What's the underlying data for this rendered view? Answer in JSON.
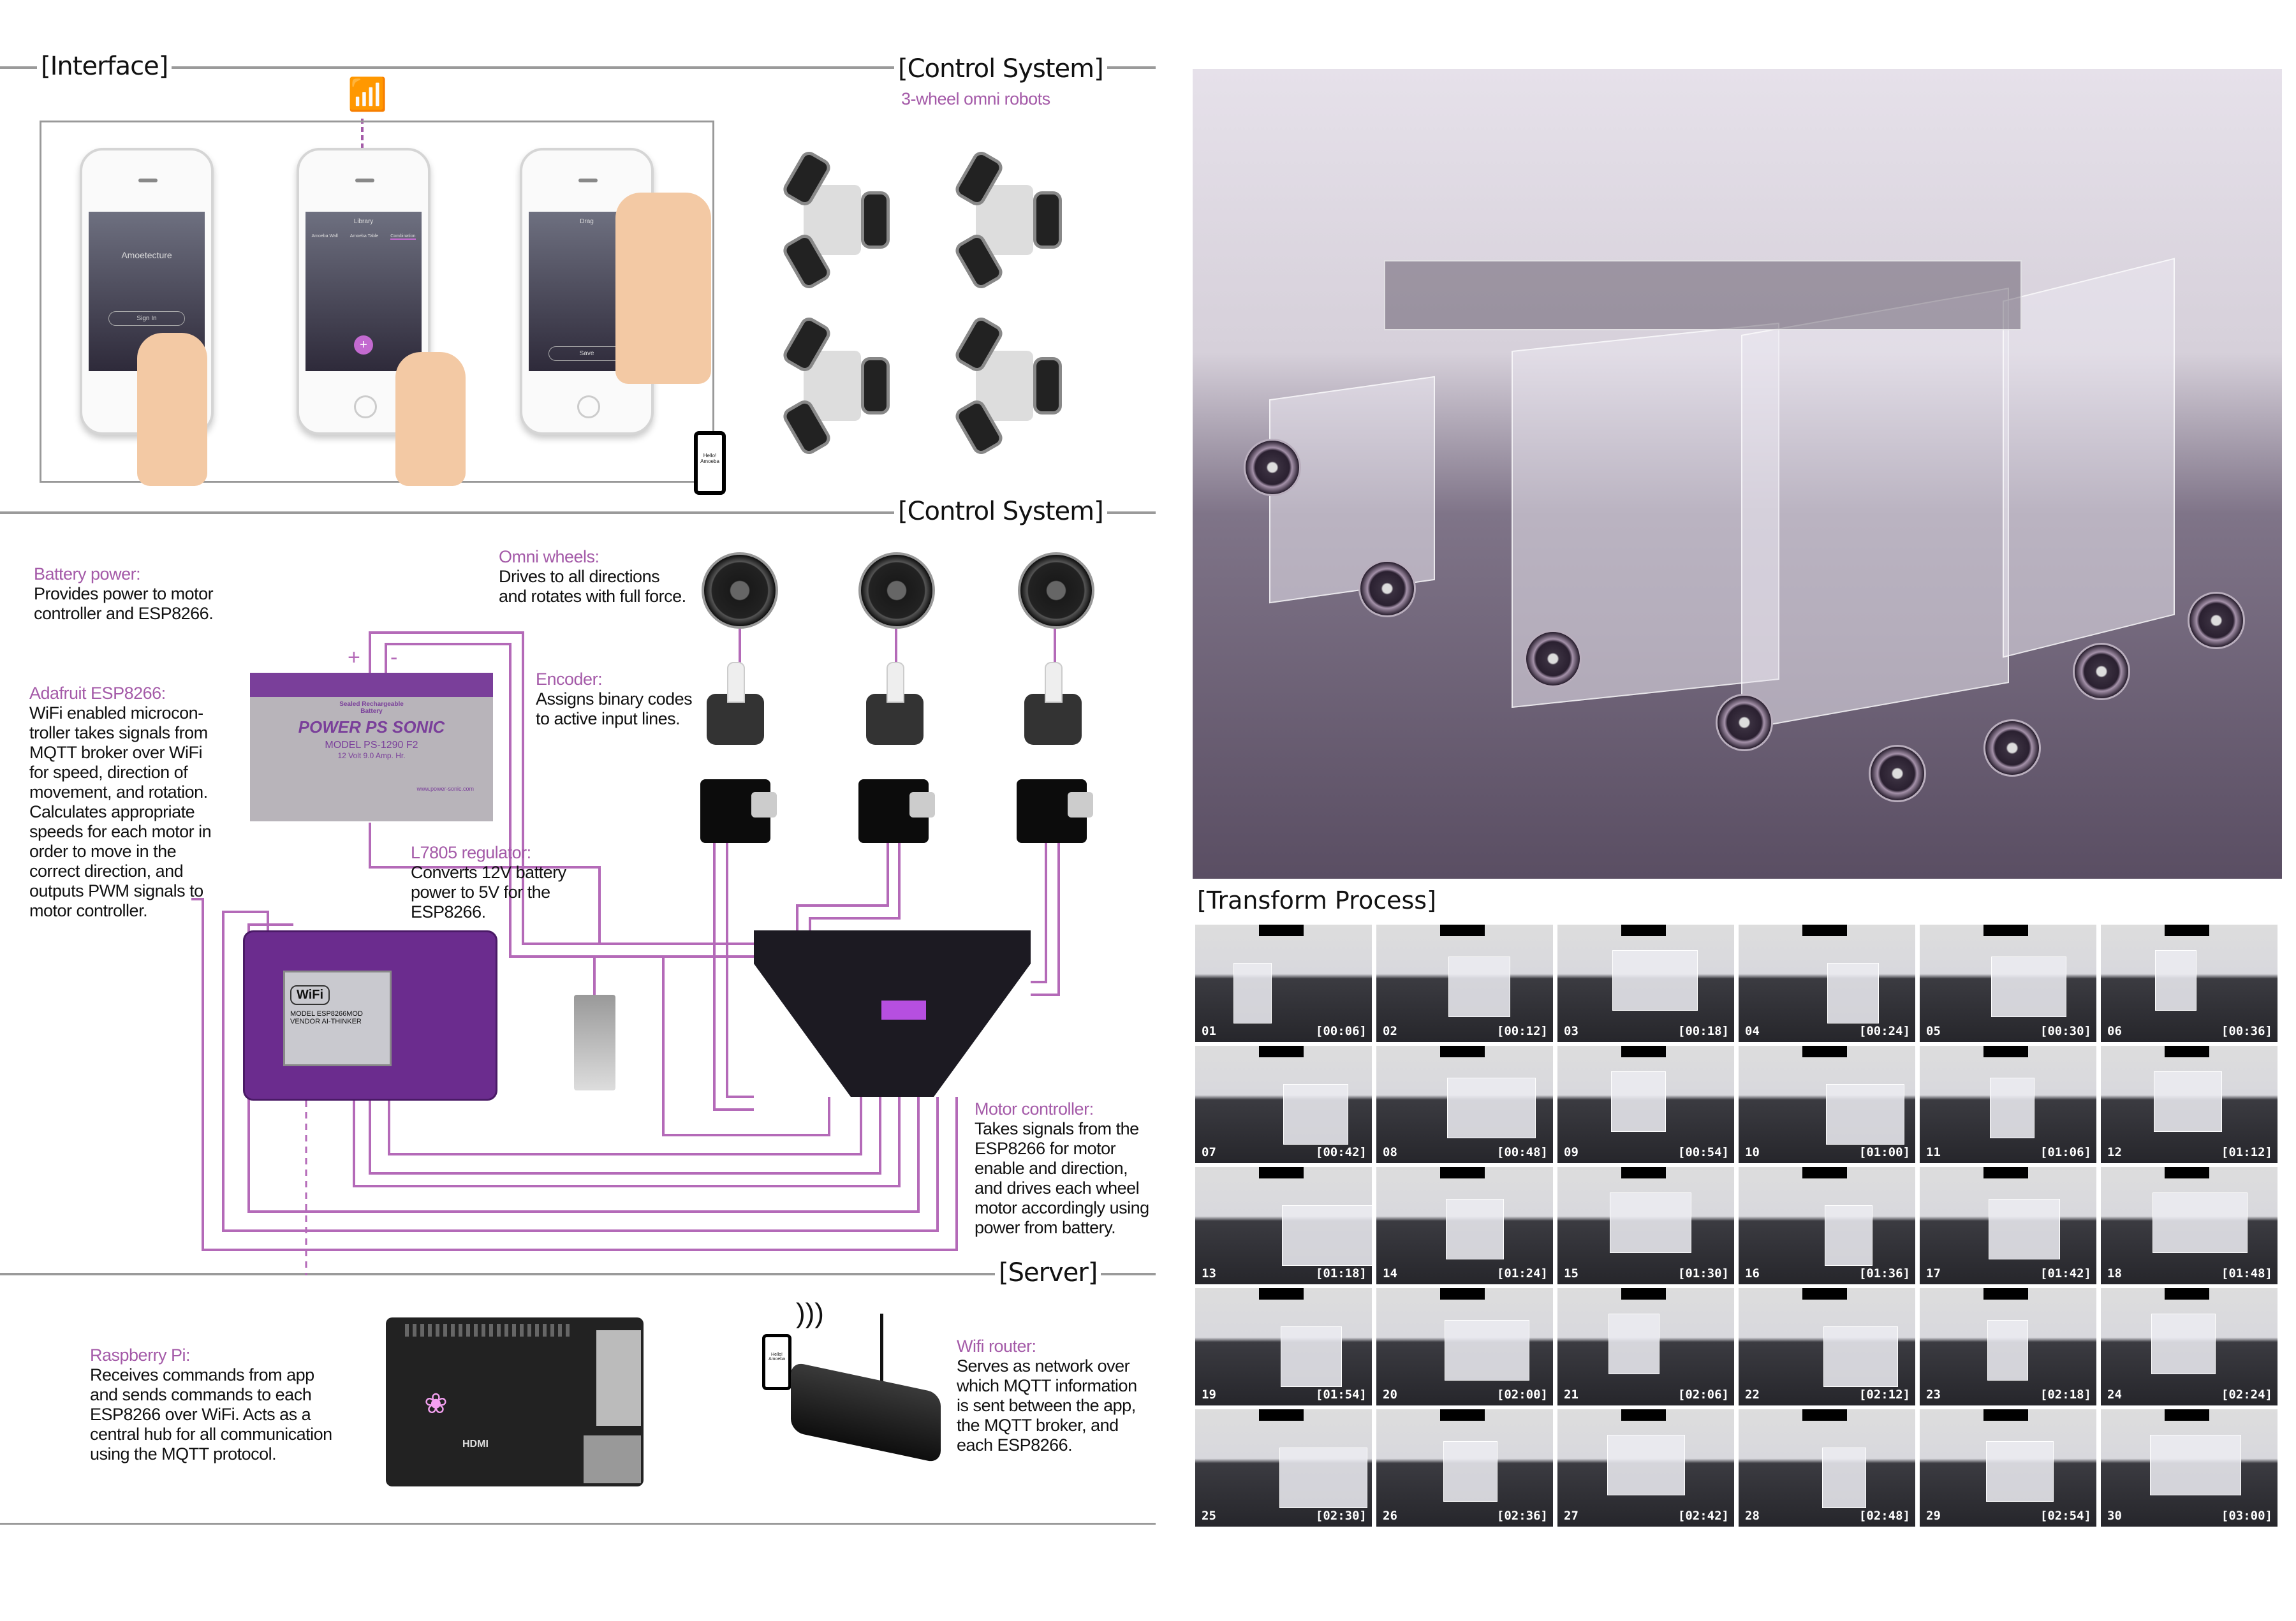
{
  "interface": {
    "title": "[Interface]",
    "phones": [
      {
        "screen_title": "Amoetecture",
        "button": "Sign In"
      },
      {
        "screen_title": "Library",
        "tabs": [
          "Amoeba Wall",
          "Amoeba Table",
          "Combination"
        ],
        "fab": "+"
      },
      {
        "screen_title": "Drag",
        "button": "Save"
      }
    ],
    "mini_phone_text": "Hello! Amoeba",
    "wifi_icon": "wifi-icon"
  },
  "control_top": {
    "title": "[Control System]",
    "subtitle": "3-wheel omni robots"
  },
  "control": {
    "title": "[Control System]",
    "battery": {
      "label": "Battery power:",
      "text": "Provides power to motor\ncontroller and ESP8266.",
      "plus": "+",
      "minus": "-",
      "sticker": {
        "top": "Sealed Rechargeable\nBattery",
        "brand": "POWER PS SONIC",
        "model": "MODEL  PS-1290 F2",
        "rating": "12 Volt  9.0 Amp. Hr.",
        "url": "www.power-sonic.com"
      }
    },
    "esp": {
      "label": "Adafruit ESP8266:",
      "text": "WiFi enabled microcon-\ntroller takes signals from\nMQTT broker over WiFi\nfor speed, direction of\nmovement, and rotation.\nCalculates appropriate\nspeeds for each motor in\norder to move in the\ncorrect direction, and\noutputs PWM signals to\nmotor controller.",
      "board_badge": "WiFi",
      "board_model": "MODEL ESP8266MOD\nVENDOR AI-THINKER"
    },
    "omni": {
      "label": "Omni wheels:",
      "text": "Drives to all directions\nand rotates with full force."
    },
    "encoder": {
      "label": "Encoder:",
      "text": "Assigns binary codes\nto active input lines."
    },
    "regulator": {
      "label": "L7805 regulator:",
      "text": "Converts 12V battery\npower to 5V for the\nESP8266."
    },
    "motor_controller": {
      "label": "Motor controller:",
      "text": "Takes signals from the\nESP8266 for motor\nenable and direction,\nand drives each wheel\nmotor accordingly using\npower from battery."
    }
  },
  "server": {
    "title": "[Server]",
    "pi": {
      "label": "Raspberry Pi:",
      "text": "Receives commands from app\nand sends commands to each\nESP8266 over WiFi. Acts as a\ncentral hub for all communication\nusing the MQTT protocol.",
      "board_text": "HDMI"
    },
    "router": {
      "label": "Wifi router:",
      "text": "Serves as network over\nwhich MQTT information\nis sent between the app,\nthe MQTT broker, and\neach ESP8266."
    },
    "mini_phone_text": "Hello! Amoeba"
  },
  "transform": {
    "title": "[Transform Process]",
    "frames": [
      {
        "n": "01",
        "t": "[00:06]"
      },
      {
        "n": "02",
        "t": "[00:12]"
      },
      {
        "n": "03",
        "t": "[00:18]"
      },
      {
        "n": "04",
        "t": "[00:24]"
      },
      {
        "n": "05",
        "t": "[00:30]"
      },
      {
        "n": "06",
        "t": "[00:36]"
      },
      {
        "n": "07",
        "t": "[00:42]"
      },
      {
        "n": "08",
        "t": "[00:48]"
      },
      {
        "n": "09",
        "t": "[00:54]"
      },
      {
        "n": "10",
        "t": "[01:00]"
      },
      {
        "n": "11",
        "t": "[01:06]"
      },
      {
        "n": "12",
        "t": "[01:12]"
      },
      {
        "n": "13",
        "t": "[01:18]"
      },
      {
        "n": "14",
        "t": "[01:24]"
      },
      {
        "n": "15",
        "t": "[01:30]"
      },
      {
        "n": "16",
        "t": "[01:36]"
      },
      {
        "n": "17",
        "t": "[01:42]"
      },
      {
        "n": "18",
        "t": "[01:48]"
      },
      {
        "n": "19",
        "t": "[01:54]"
      },
      {
        "n": "20",
        "t": "[02:00]"
      },
      {
        "n": "21",
        "t": "[02:06]"
      },
      {
        "n": "22",
        "t": "[02:12]"
      },
      {
        "n": "23",
        "t": "[02:18]"
      },
      {
        "n": "24",
        "t": "[02:24]"
      },
      {
        "n": "25",
        "t": "[02:30]"
      },
      {
        "n": "26",
        "t": "[02:36]"
      },
      {
        "n": "27",
        "t": "[02:42]"
      },
      {
        "n": "28",
        "t": "[02:48]"
      },
      {
        "n": "29",
        "t": "[02:54]"
      },
      {
        "n": "30",
        "t": "[03:00]"
      }
    ]
  },
  "colors": {
    "accent": "#a45aa8",
    "divider": "#9a9a9a",
    "photo_tint": "#5a4e63"
  }
}
